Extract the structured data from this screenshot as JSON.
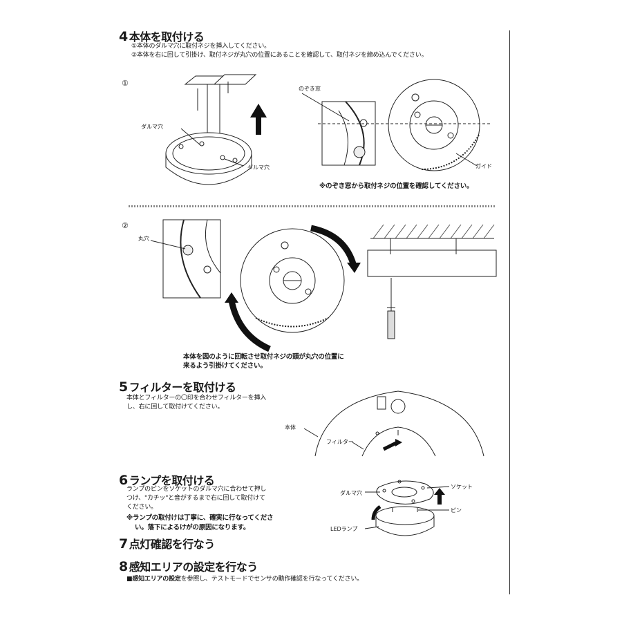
{
  "step4": {
    "number": "4",
    "title": "本体を取付ける",
    "line1": "①本体のダルマ穴に取付ネジを挿入してください。",
    "line2": "②本体を右に回して引掛け、取付ネジが丸穴の位置にあることを確認して、取付ネジを締め込んでください。",
    "fig1": {
      "marker": "①",
      "daruma_a": "ダルマ穴",
      "daruma_b": "ダルマ穴",
      "nozoki": "のぞき窓",
      "guide": "ガイド",
      "note": "※のぞき窓から取付ネジの位置を確認してください。"
    },
    "fig2": {
      "marker": "②",
      "maruana": "丸穴",
      "note_line1": "本体を図のように回転させ取付ネジの頭が丸穴の位置に",
      "note_line2": "来るよう引掛けてください。"
    }
  },
  "step5": {
    "number": "5",
    "title": "フィルターを取付ける",
    "line1": "本体とフィルターの〇印を合わせフィルターを挿入",
    "line2": "し、右に回して取付けてください。",
    "label_body": "本体",
    "label_filter": "フィルター"
  },
  "step6": {
    "number": "6",
    "title": "ランプを取付ける",
    "line1": "ランプのピンをソケットのダルマ穴に合わせて押し",
    "line2": "つけ、\"カチッ\"と音がするまで右に回して取付けて",
    "line3": "ください。",
    "note_line1": "※ランプの取付けは丁寧に、確実に行なってくださ",
    "note_line2": "い。落下によるけがの原因になります。",
    "label_daruma": "ダルマ穴",
    "label_socket": "ソケット",
    "label_pin": "ピン",
    "label_led": "LEDランプ"
  },
  "step7": {
    "number": "7",
    "title": "点灯確認を行なう"
  },
  "step8": {
    "number": "8",
    "title": "感知エリアの設定を行なう",
    "line1_bold": "■感知エリアの設定",
    "line1_rest": "を参照し、テストモードでセンサの動作確認を行なってください。"
  }
}
